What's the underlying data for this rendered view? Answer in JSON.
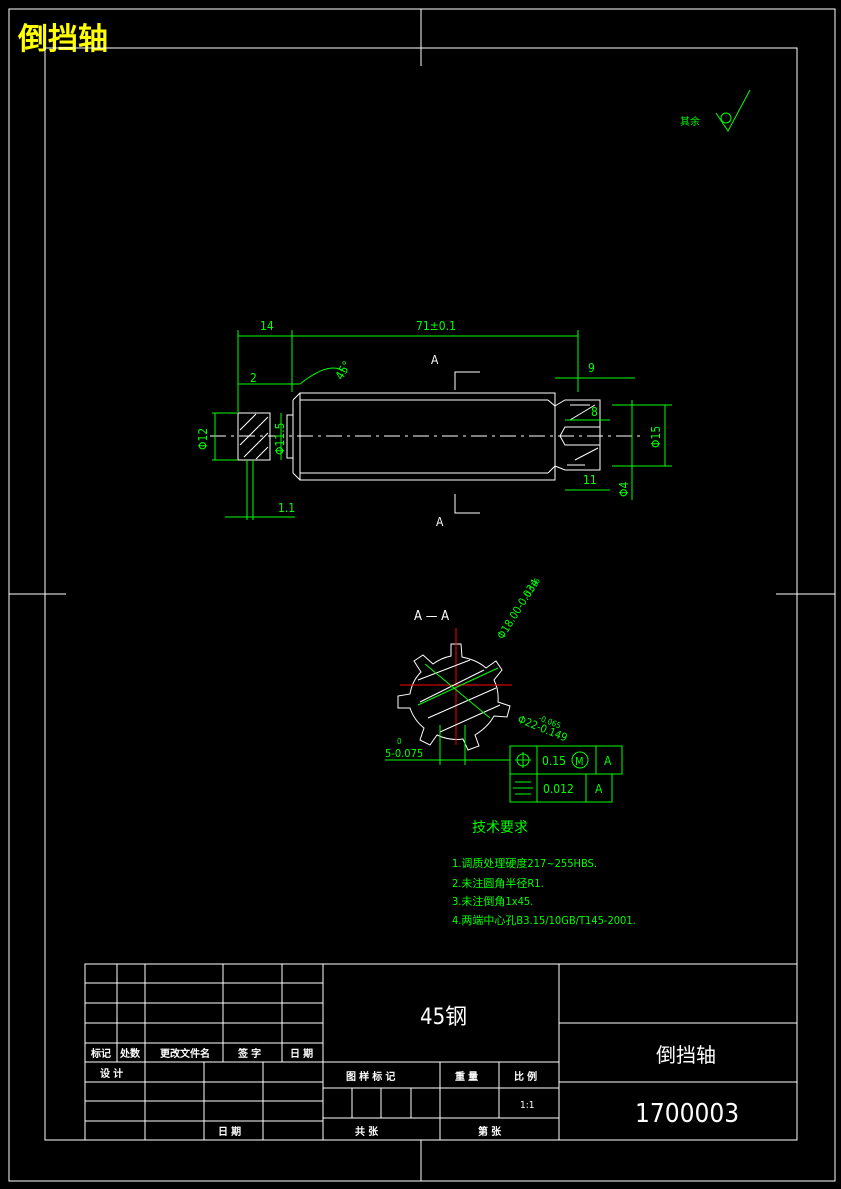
{
  "page_title": "倒挡轴",
  "surface_finish_note": "其余",
  "dimensions": {
    "overall_length": "71±0.1",
    "left_step": "14",
    "chamfer_length": "2",
    "chamfer_angle": "45°",
    "right_end_len": "9",
    "center_hole_depth": "8",
    "center_hole_len": "11",
    "dia_12": "Φ12",
    "dia_11_5": "Φ11.5",
    "dia_15": "Φ15",
    "dia_4": "Φ4",
    "groove_width": "1.1"
  },
  "section": {
    "cut_marker": "A",
    "view_label": "A — A",
    "spline_dia_outer": "Φ18.00-0.034",
    "spline_dia_outer_tol": "-0.016",
    "spline_dia_major": "Φ22-0.149",
    "spline_dia_major_tol": "-0.065",
    "key_width": "5-0.075",
    "key_width_tol": "0",
    "gdt_rows": [
      {
        "symbol": "position",
        "value": "0.15",
        "modifier": "M",
        "datum": "A"
      },
      {
        "symbol": "symmetry",
        "value": "0.012",
        "datum": "A"
      }
    ]
  },
  "notes": {
    "heading": "技术要求",
    "items": [
      "1.调质处理硬度217~255HBS.",
      "2.未注圆角半径R1.",
      "3.未注倒角1x45.",
      "4.两端中心孔B3.15/10GB/T145-2001."
    ]
  },
  "title_block": {
    "material": "45钢",
    "part_name": "倒挡轴",
    "drawing_number": "1700003",
    "scale_value": "1:1",
    "rev_headers": [
      "标记",
      "处数",
      "更改文件名",
      "签  字",
      "日  期"
    ],
    "design": "设  计",
    "date": "日  期",
    "stage_mark": "图  样  标  记",
    "weight": "重  量",
    "scale": "比  例",
    "total_sheets": "共       张",
    "sheet_no": "第       张"
  }
}
